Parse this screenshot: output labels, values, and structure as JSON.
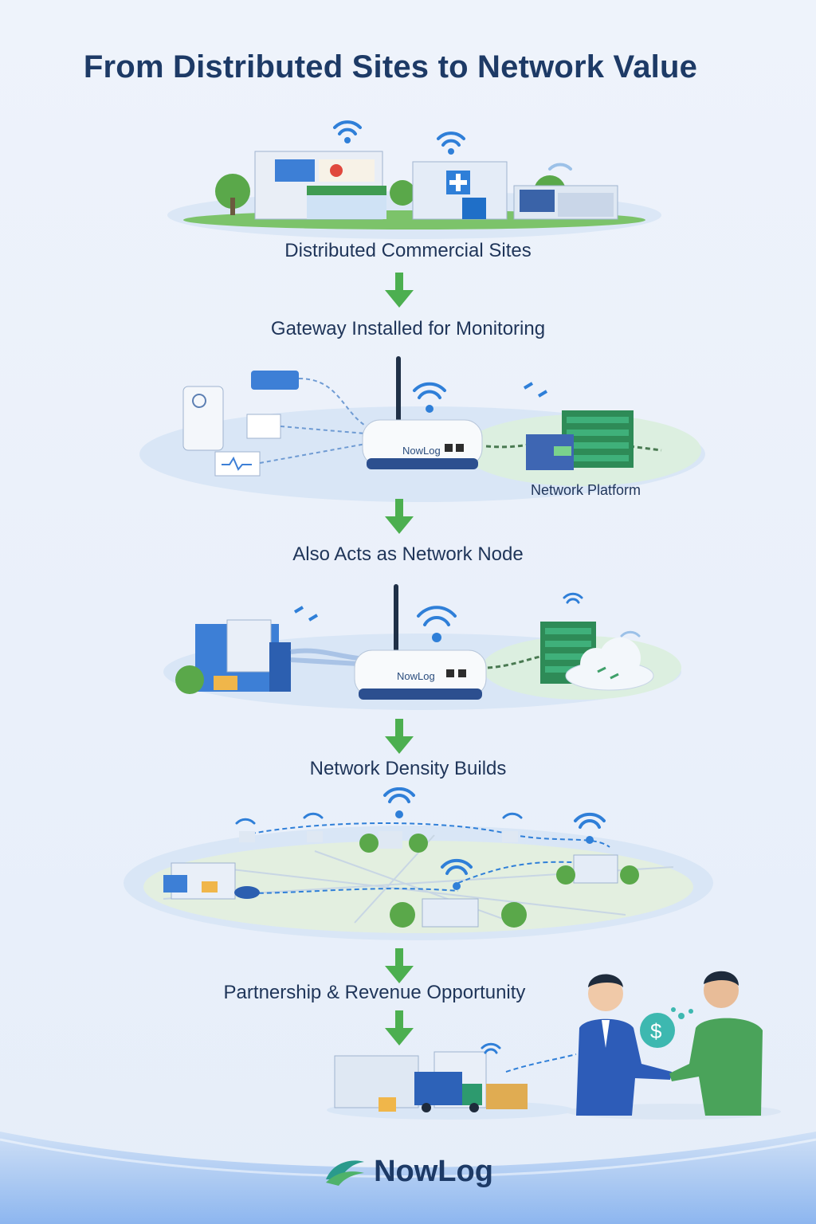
{
  "title": "From Distributed Sites to Network Value",
  "steps": [
    {
      "label": "Distributed Commercial Sites"
    },
    {
      "label": "Gateway Installed for Monitoring"
    },
    {
      "label": "Also Acts as Network Node"
    },
    {
      "label": "Network Density Builds"
    },
    {
      "label": "Partnership & Revenue Opportunity"
    }
  ],
  "network_platform_label": "Network Platform",
  "device_brand": "NowLog",
  "currency_symbol": "$",
  "brand": {
    "name": "NowLog"
  },
  "colors": {
    "title": "#1d3a66",
    "arrow": "#4caf50",
    "accent_blue": "#2f7fd8",
    "server_green": "#2e8b57"
  }
}
